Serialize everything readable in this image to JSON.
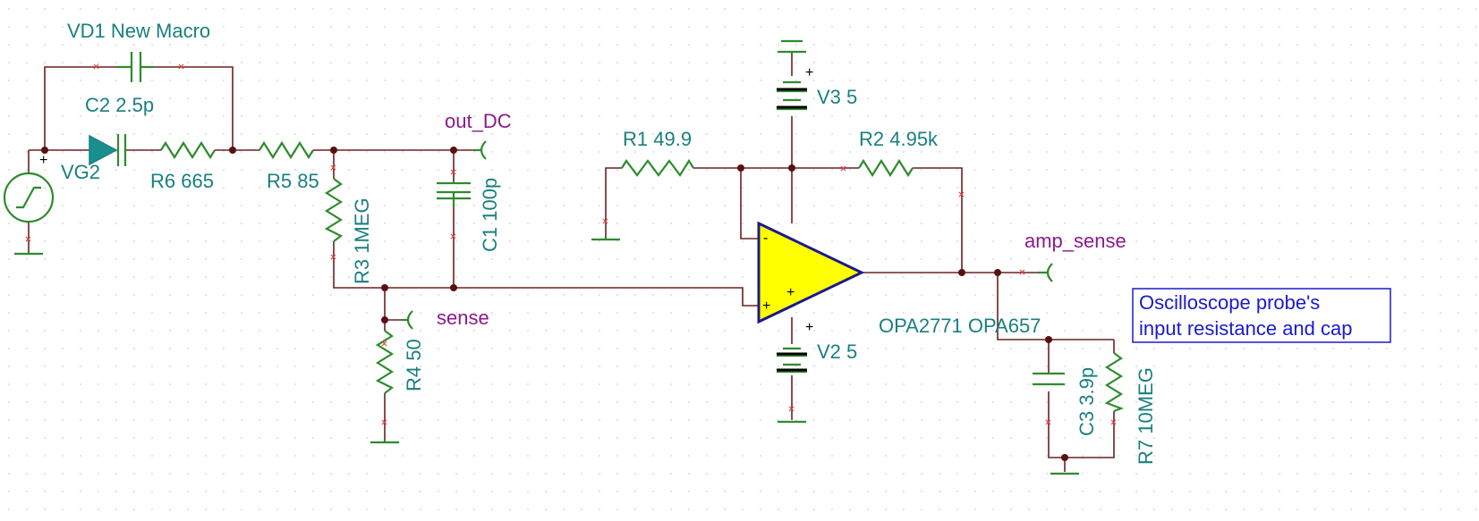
{
  "components": {
    "vd1": "VD1 New Macro",
    "c2": "C2 2.5p",
    "vg2": "VG2",
    "r6": "R6 665",
    "r5": "R5 85",
    "r3": "R3 1MEG",
    "c1": "C1 100p",
    "r4": "R4 50",
    "r1": "R1 49.9",
    "r2": "R2 4.95k",
    "v3": "V3 5",
    "v2": "V2 5",
    "opamp": "OPA2771 OPA657",
    "c3": "C3 3.9p",
    "r7": "R7 10MEG"
  },
  "nets": {
    "out_dc": "out_DC",
    "sense": "sense",
    "amp_sense": "amp_sense"
  },
  "symbols": {
    "plus": "+",
    "minus": "-"
  },
  "note": {
    "line1": "Oscilloscope probe's",
    "line2": "input resistance and cap"
  },
  "colors": {
    "wire": "#6b2020",
    "component": "#2e8b2e",
    "label": "#1a7f7f",
    "net_label": "#8b1a8b",
    "opamp_fill": "#ffff00",
    "opamp_outline": "#1a1a8c",
    "note": "#1a1acc"
  }
}
